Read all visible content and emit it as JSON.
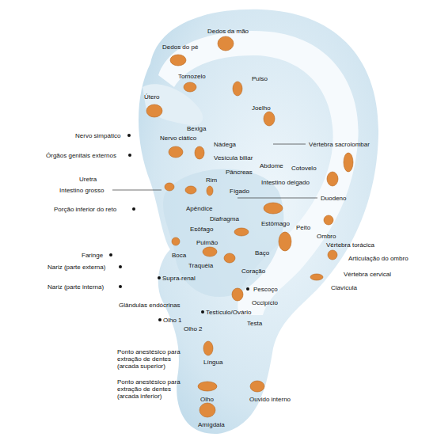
{
  "diagram": {
    "labels": [
      "Dedos do pé",
      "Dedos da mão",
      "Tornozelo",
      "Pulso",
      "Útero",
      "Joelho",
      "Bexiga",
      "Nervo simpático",
      "Nervo ciático",
      "Nádega",
      "Vértebra sacrolombar",
      "Órgãos genitais externos",
      "Vesícula biliar",
      "Abdome",
      "Cotovelo",
      "Pâncreas",
      "Uretra",
      "Rim",
      "Intestino delgado",
      "Intestino grosso",
      "Fígado",
      "Duodeno",
      "Porção inferior do reto",
      "Apêndice",
      "Diafragma",
      "Estômago",
      "Peito",
      "Esôfago",
      "Ombro",
      "Pulmão",
      "Vértebra torácica",
      "Faringe",
      "Boca",
      "Baço",
      "Articulação do ombro",
      "Nariz (parte externa)",
      "Traquéia",
      "Coração",
      "Vértebra cervical",
      "Supra-renal",
      "Nariz (parte interna)",
      "Pescoço",
      "Clavícula",
      "Occipício",
      "Glândulas endócrinas",
      "Testículo/Ovário",
      "Olho 1",
      "Testa",
      "Olho 2",
      "Ponto anestésico para extração de dentes (arcada superior)",
      "Língua",
      "Ponto anestésico para extração de dentes (arcada inferior)",
      "Olho",
      "Ouvido interno",
      "Amígdala"
    ]
  }
}
